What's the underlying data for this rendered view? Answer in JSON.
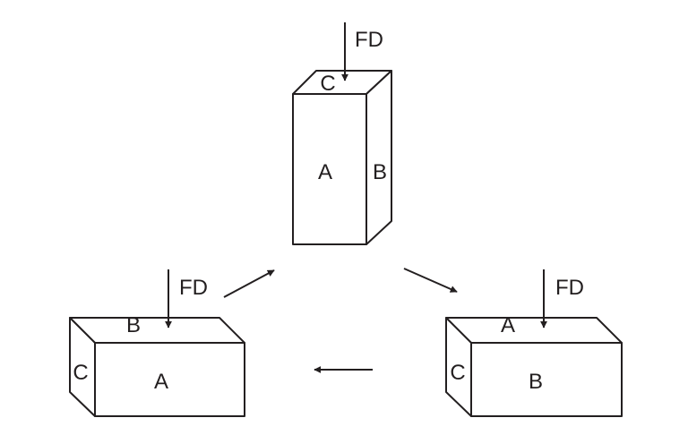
{
  "diagram": {
    "force_label": "FD",
    "top_block": {
      "top_face": "C",
      "front_face": "A",
      "side_face": "B"
    },
    "left_block": {
      "top_face": "B",
      "front_face": "A",
      "side_face": "C"
    },
    "right_block": {
      "top_face": "A",
      "front_face": "B",
      "side_face": "C"
    },
    "colors": {
      "stroke": "#231f20",
      "background": "#ffffff"
    }
  }
}
